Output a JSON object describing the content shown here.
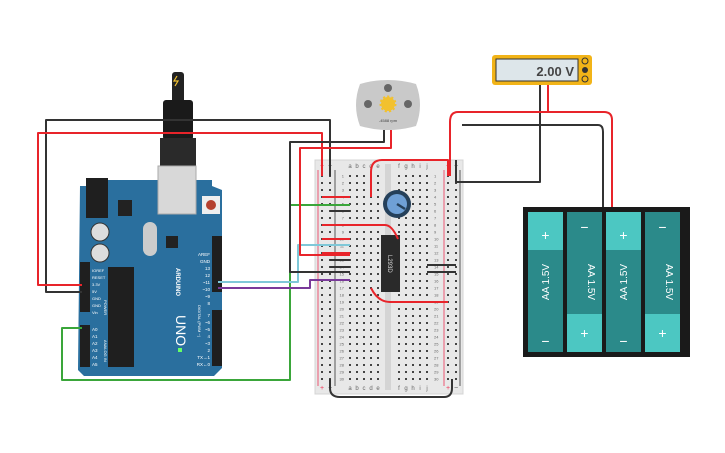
{
  "multimeter": {
    "reading": "2.00 V",
    "mode_icons": [
      "ammeter-icon",
      "ohm-icon",
      "voltmeter-icon"
    ]
  },
  "motor": {
    "speed": "-4588 rpm"
  },
  "arduino": {
    "brand": "ARDUINO",
    "model": "UNO",
    "power_header_label": "POWER",
    "analog_header_label": "ANALOG IN",
    "digital_header_label": "DIGITAL (PWM ~)",
    "power_pins": [
      "IOREF",
      "RESET",
      "3.3V",
      "5V",
      "GND",
      "GND",
      "Vin"
    ],
    "analog_pins": [
      "A0",
      "A1",
      "A2",
      "A3",
      "A4",
      "A5"
    ],
    "digital_pins_top": [
      "AREF",
      "GND",
      "13",
      "12",
      "~11",
      "~10",
      "~9",
      "8"
    ],
    "digital_pins_bottom": [
      "7",
      "~6",
      "~5",
      "4",
      "~3",
      "2",
      "TX→1",
      "RX←0"
    ],
    "leds": [
      "TX",
      "RX",
      "L",
      "ON"
    ]
  },
  "breadboard": {
    "columns_left": [
      "a",
      "b",
      "c",
      "d",
      "e"
    ],
    "columns_right": [
      "f",
      "g",
      "h",
      "i",
      "j"
    ],
    "rows": 30,
    "rail_plus": "+",
    "rail_minus": "−"
  },
  "ic": {
    "label": "L293D"
  },
  "battery": {
    "cells": [
      {
        "label": "AA 1.5V",
        "plus": "+",
        "minus": "−",
        "orientation": "plus-top"
      },
      {
        "label": "AA 1.5V",
        "plus": "+",
        "minus": "−",
        "orientation": "plus-bottom"
      },
      {
        "label": "AA 1.5V",
        "plus": "+",
        "minus": "−",
        "orientation": "plus-top"
      },
      {
        "label": "AA 1.5V",
        "plus": "+",
        "minus": "−",
        "orientation": "plus-bottom"
      }
    ]
  },
  "colors": {
    "wire_red": "#e8242a",
    "wire_black": "#333333",
    "wire_green": "#3aa63a",
    "wire_cyan": "#7fc8d8",
    "wire_purple": "#7a3a9a",
    "arduino_blue": "#2a6f9e",
    "battery_teal": "#2b8a8a",
    "multimeter_yellow": "#f2b418"
  }
}
